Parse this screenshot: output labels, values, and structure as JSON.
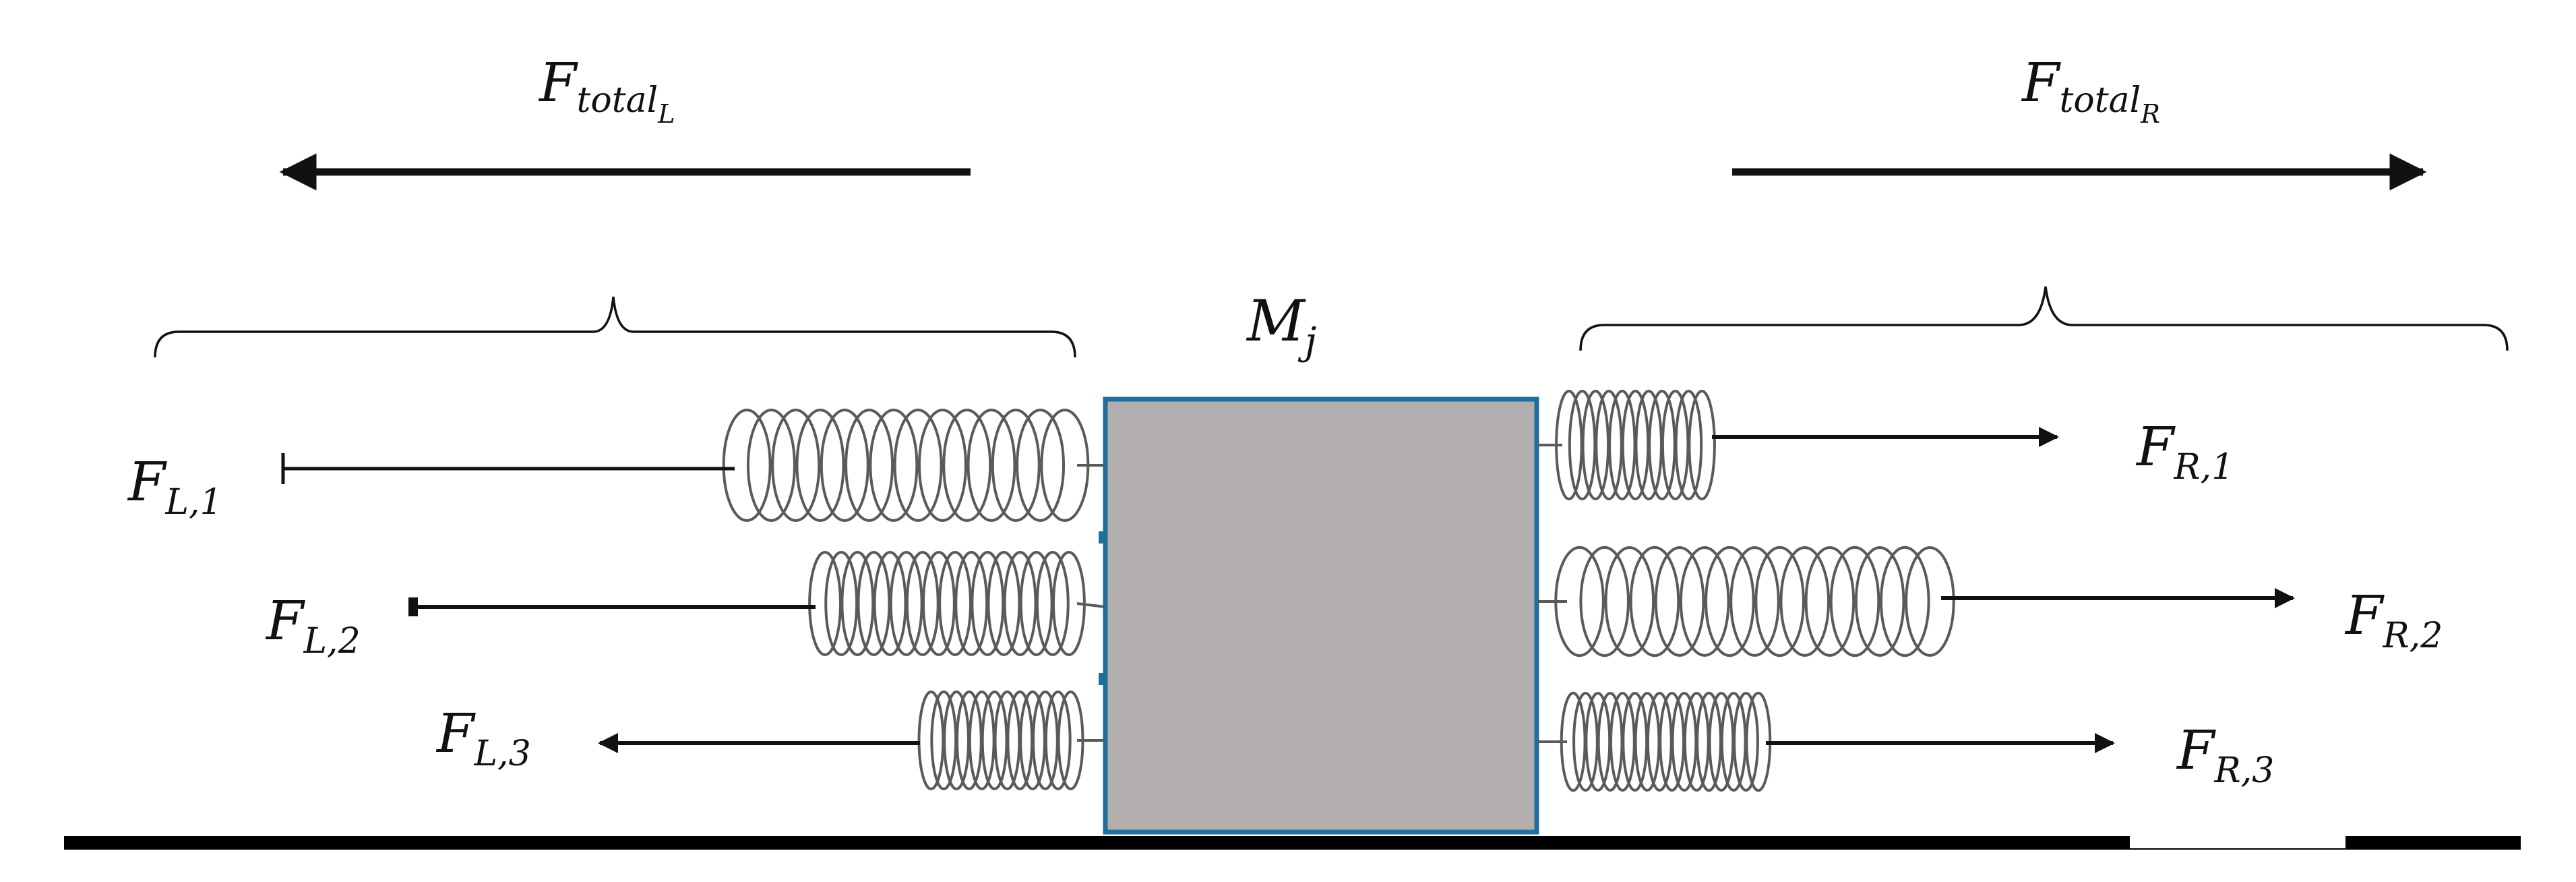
{
  "labels": {
    "total_left": {
      "base": "F",
      "sub": "total",
      "subsub": "L"
    },
    "total_right": {
      "base": "F",
      "sub": "total",
      "subsub": "R"
    },
    "mass": {
      "base": "M",
      "sub": "j"
    },
    "left_forces": [
      {
        "base": "F",
        "sub": "L,1"
      },
      {
        "base": "F",
        "sub": "L,2"
      },
      {
        "base": "F",
        "sub": "L,3"
      }
    ],
    "right_forces": [
      {
        "base": "F",
        "sub": "R,1"
      },
      {
        "base": "F",
        "sub": "R,2"
      },
      {
        "base": "F",
        "sub": "R,3"
      }
    ]
  },
  "colors": {
    "mass_fill": "#b3aeae",
    "mass_border": "#1f6f9a",
    "ink": "#111111",
    "spring": "#5a5a5a",
    "ground": "#000000"
  }
}
